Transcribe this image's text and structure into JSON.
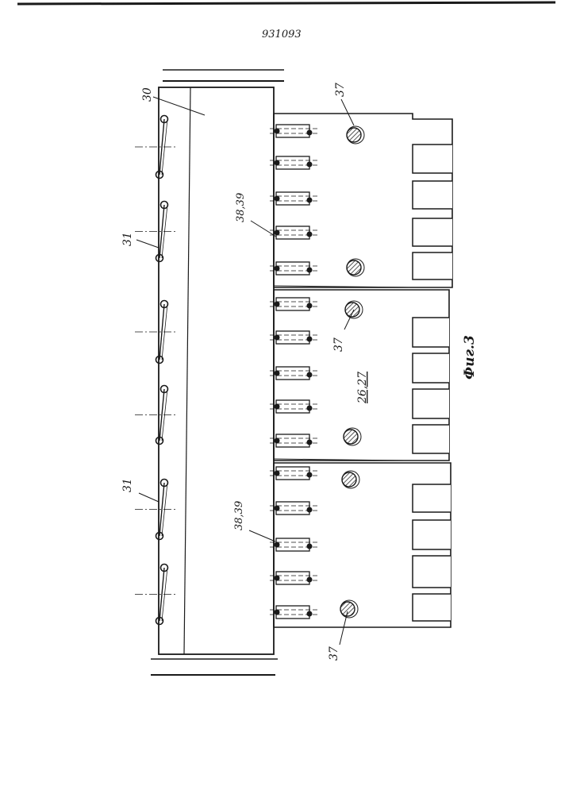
{
  "document": {
    "patent_number": "931093",
    "figure_caption": "Фиг.3"
  },
  "labels": {
    "ref_30": "30",
    "ref_31_top": "31",
    "ref_31_bottom": "31",
    "ref_38_39_top": "38,39",
    "ref_38_39_bottom": "38,39",
    "ref_37_top": "37",
    "ref_37_middle": "37",
    "ref_37_bottom": "37",
    "ref_26_27": "26,27"
  },
  "colors": {
    "ink": "#1a1a1a",
    "paper": "#ffffff",
    "hatch": "#555555"
  }
}
